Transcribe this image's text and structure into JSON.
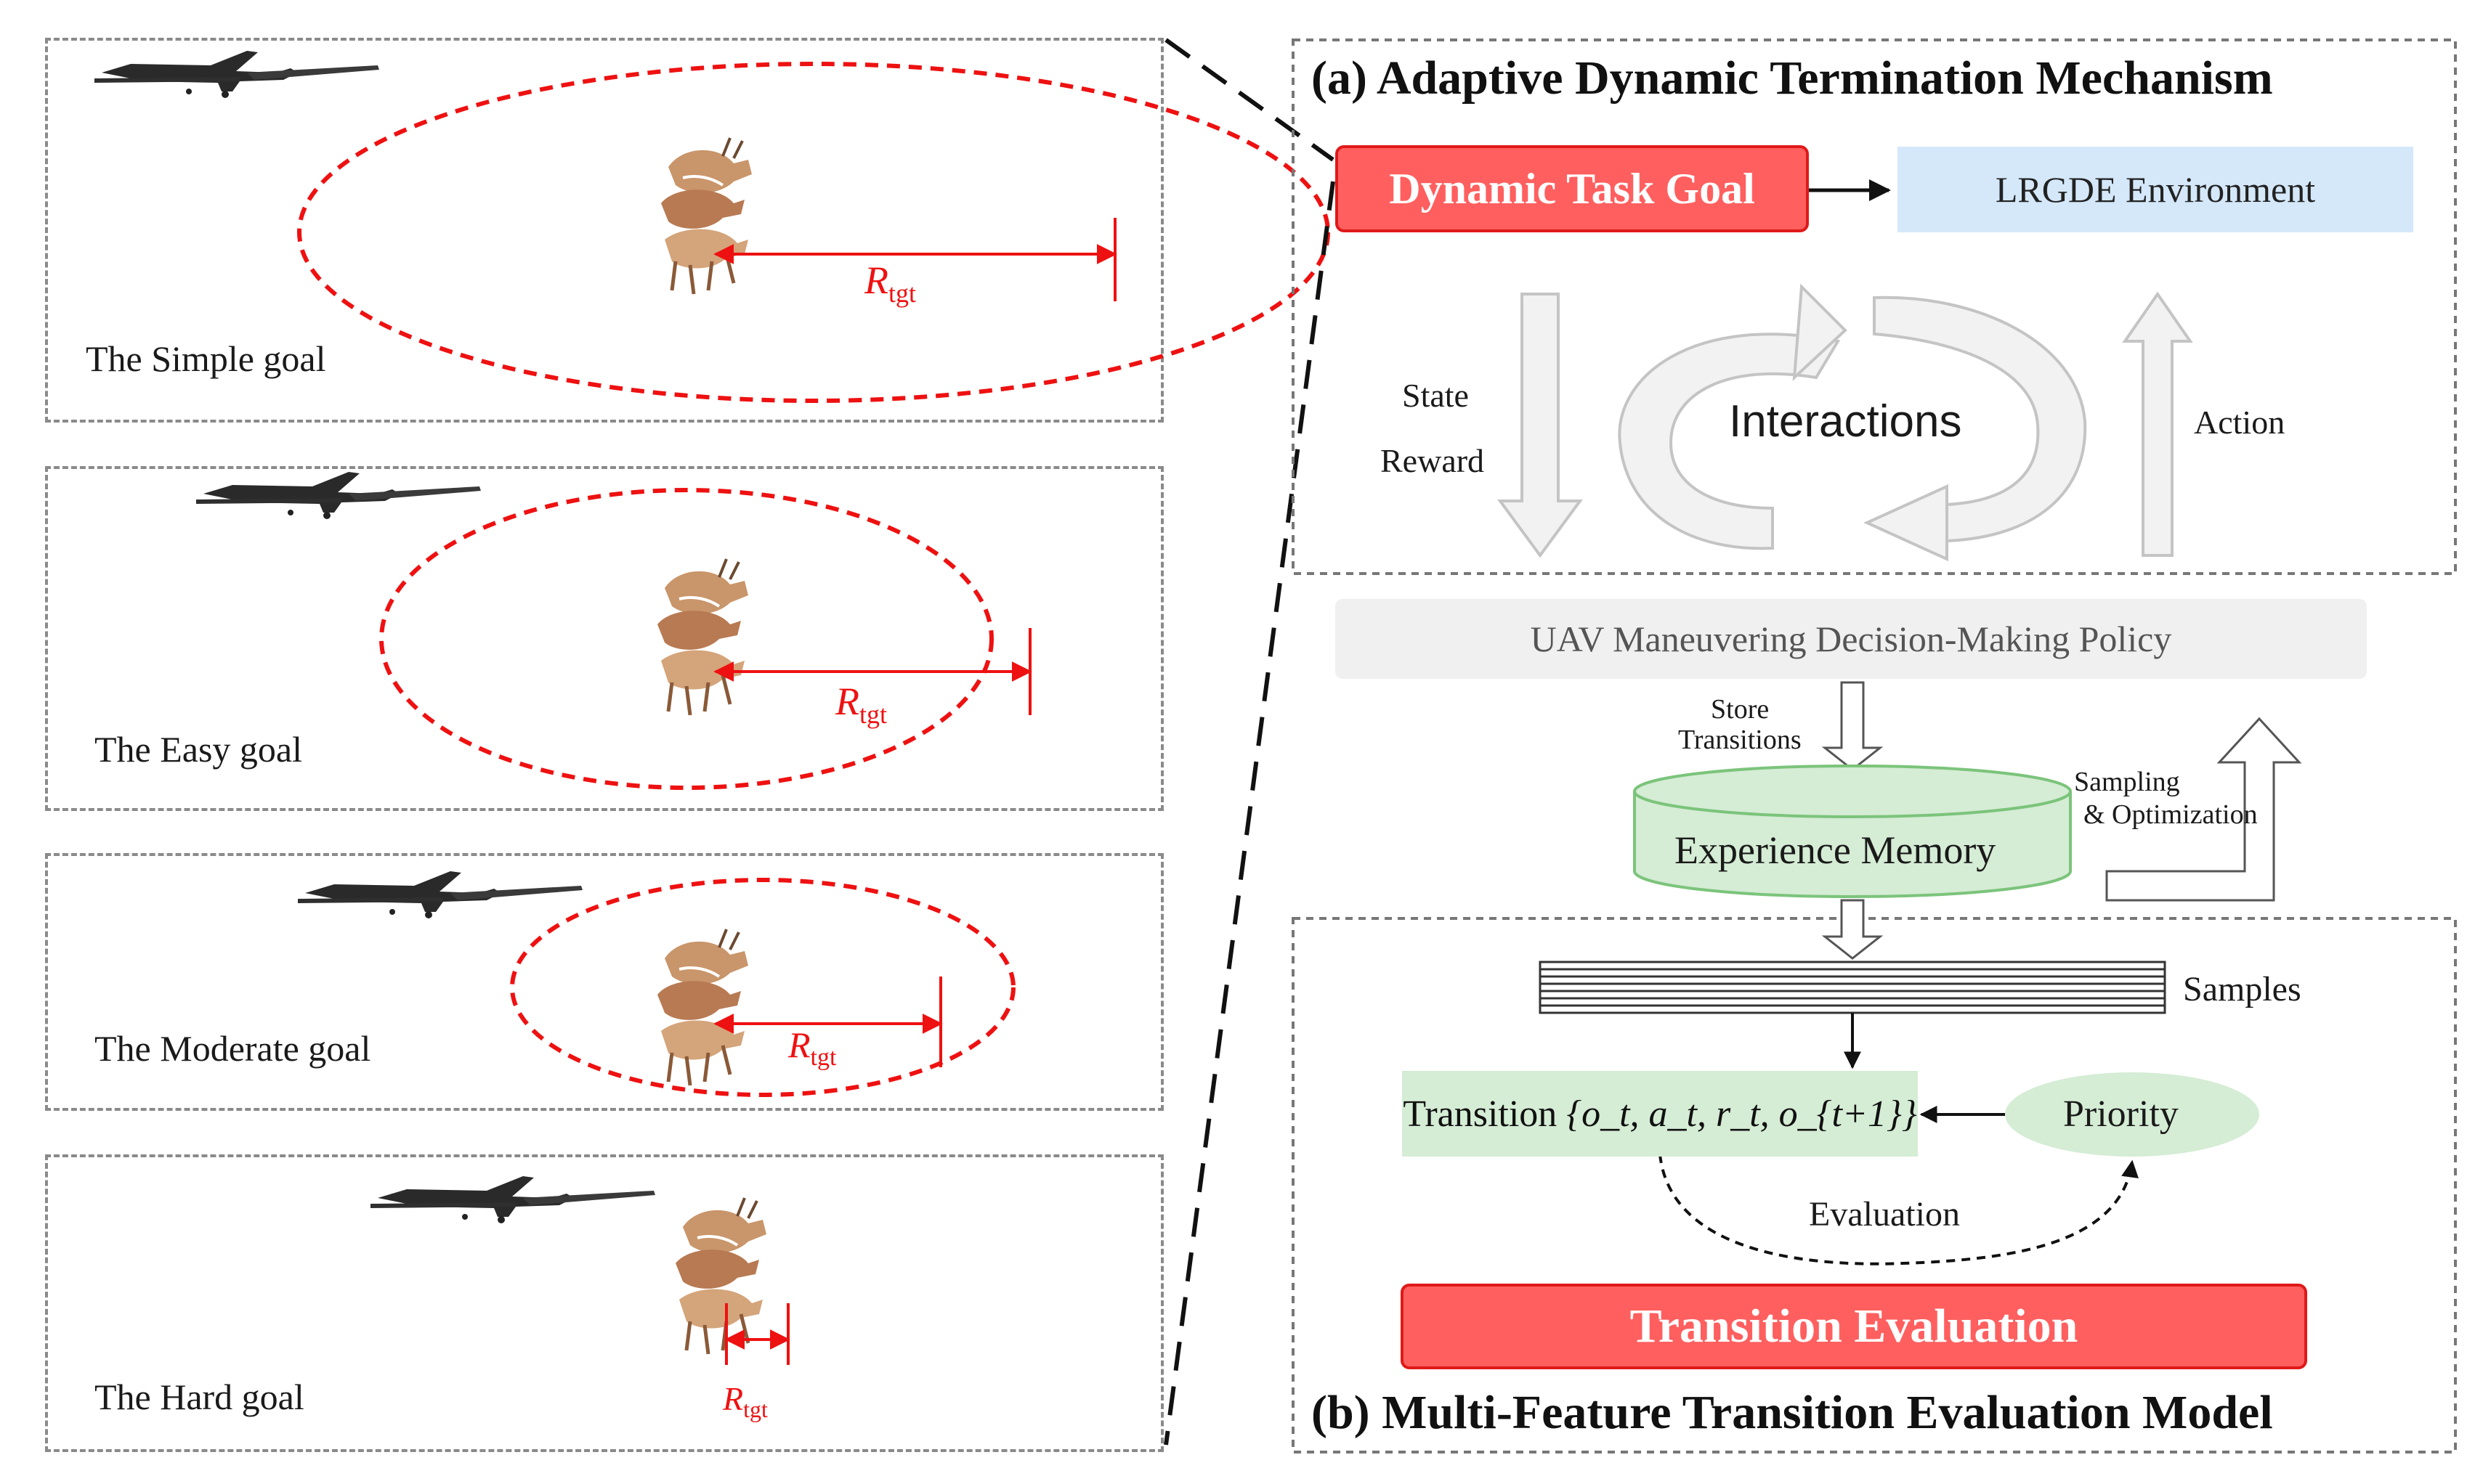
{
  "left_panel": {
    "goals": [
      {
        "label": "The Simple goal",
        "radius_label": "R",
        "radius_sub": "tgt"
      },
      {
        "label": "The Easy goal",
        "radius_label": "R",
        "radius_sub": "tgt"
      },
      {
        "label": "The Moderate goal",
        "radius_label": "R",
        "radius_sub": "tgt"
      },
      {
        "label": "The Hard goal",
        "radius_label": "R",
        "radius_sub": "tgt"
      }
    ]
  },
  "section_a": {
    "title": "(a) Adaptive Dynamic Termination Mechanism",
    "dynamic_task_goal": "Dynamic Task Goal",
    "environment": "LRGDE Environment",
    "state": "State",
    "reward": "Reward",
    "interactions": "Interactions",
    "action": "Action"
  },
  "middle": {
    "policy": "UAV Maneuvering Decision-Making Policy",
    "store_transitions_1": "Store",
    "store_transitions_2": "Transitions",
    "experience_memory": "Experience Memory",
    "sampling_1": "Sampling",
    "sampling_2": "& Optimization"
  },
  "section_b": {
    "title": "(b) Multi-Feature Transition Evaluation Model",
    "samples": "Samples",
    "transition_prefix": "Transition",
    "transition_set": "{o_t, a_t, r_t, o_{t+1}}",
    "priority": "Priority",
    "evaluation": "Evaluation",
    "transition_evaluation": "Transition Evaluation"
  },
  "colors": {
    "red_fill": "#ff5f5f",
    "red_border": "#e01919",
    "blue_fill": "#d4e8fa",
    "green_fill": "#d5ecd5",
    "grey_fill": "#f0f0f0",
    "dashed_red": "#ee1111"
  }
}
